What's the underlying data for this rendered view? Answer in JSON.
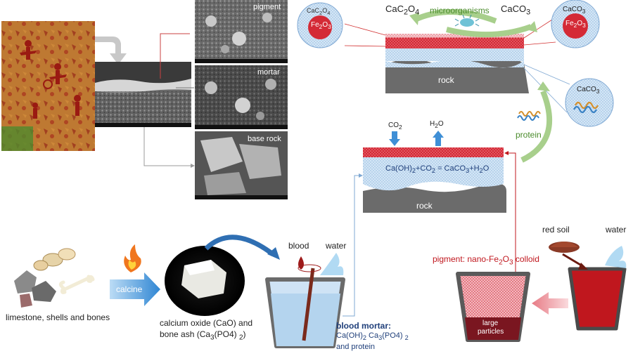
{
  "sem_labels": {
    "pigment": "pigment",
    "mortar": "mortar",
    "base_rock": "base rock"
  },
  "top_layers": {
    "left_circle": {
      "line1": "CaC",
      "line1_sub": "2",
      "line1_tail": "O",
      "line1_sub2": "4",
      "inner": "Fe",
      "inner_sub": "2",
      "inner_tail": "O",
      "inner_sub2": "3"
    },
    "right_circle": {
      "line1": "CaCO",
      "line1_sub": "3",
      "inner": "Fe",
      "inner_sub": "2",
      "inner_tail": "O",
      "inner_sub2": "3"
    },
    "cac2o4": {
      "base": "CaC",
      "s1": "2",
      "mid": "O",
      "s2": "4"
    },
    "caco3": {
      "base": "CaCO",
      "s1": "3"
    },
    "microorganisms": "microorganisms",
    "rock": "rock",
    "protein_circle": {
      "base": "CaCO",
      "s1": "3"
    },
    "protein": "protein"
  },
  "mid_layers": {
    "co2": {
      "base": "CO",
      "s1": "2"
    },
    "h2o": {
      "base": "H",
      "s1": "2",
      "tail": "O"
    },
    "equation": {
      "a": "Ca(OH)",
      "a_sub": "2",
      "b": "+CO",
      "b_sub": "2",
      "c": " = CaCO",
      "c_sub": "3",
      "d": "+H",
      "d_sub": "2",
      "e": "O"
    },
    "rock": "rock"
  },
  "bottom": {
    "raw_materials": "limestone, shells and bones",
    "calcine": "calcine",
    "calcium_oxide_line1": "calcium oxide (CaO) and",
    "calcium_oxide_line2_a": "bone ash (Ca",
    "calcium_oxide_line2_sub": "3",
    "calcium_oxide_line2_b": "(PO4) ",
    "calcium_oxide_line2_sub2": "2",
    "calcium_oxide_line2_c": ")",
    "blood": "blood",
    "water_left": "water",
    "blood_mortar_title": "blood mortar:",
    "blood_mortar_line2_a": "Ca(OH)",
    "blood_mortar_line2_sub": "2",
    "blood_mortar_line2_b": "  Ca",
    "blood_mortar_line2_sub2": "3",
    "blood_mortar_line2_c": "(PO4) ",
    "blood_mortar_line2_sub3": "2",
    "blood_mortar_line3": "and protein",
    "red_soil": "red soil",
    "water_right": "water",
    "pigment_colloid_a": "pigment: nano-Fe",
    "pigment_colloid_sub": "2",
    "pigment_colloid_b": "O",
    "pigment_colloid_sub2": "3",
    "pigment_colloid_c": " colloid",
    "large_particles_1": "large",
    "large_particles_2": "particles"
  },
  "colors": {
    "pigment_red": "#d42a36",
    "mortar_blue": "#cfe3f5",
    "rock_gray": "#6b6b6b",
    "arrow_blue": "#3f8fd6",
    "arrow_green": "#a8cf8c",
    "label_green": "#4a8b2b",
    "label_red": "#c0171e",
    "label_blue": "#1f3f7a"
  }
}
